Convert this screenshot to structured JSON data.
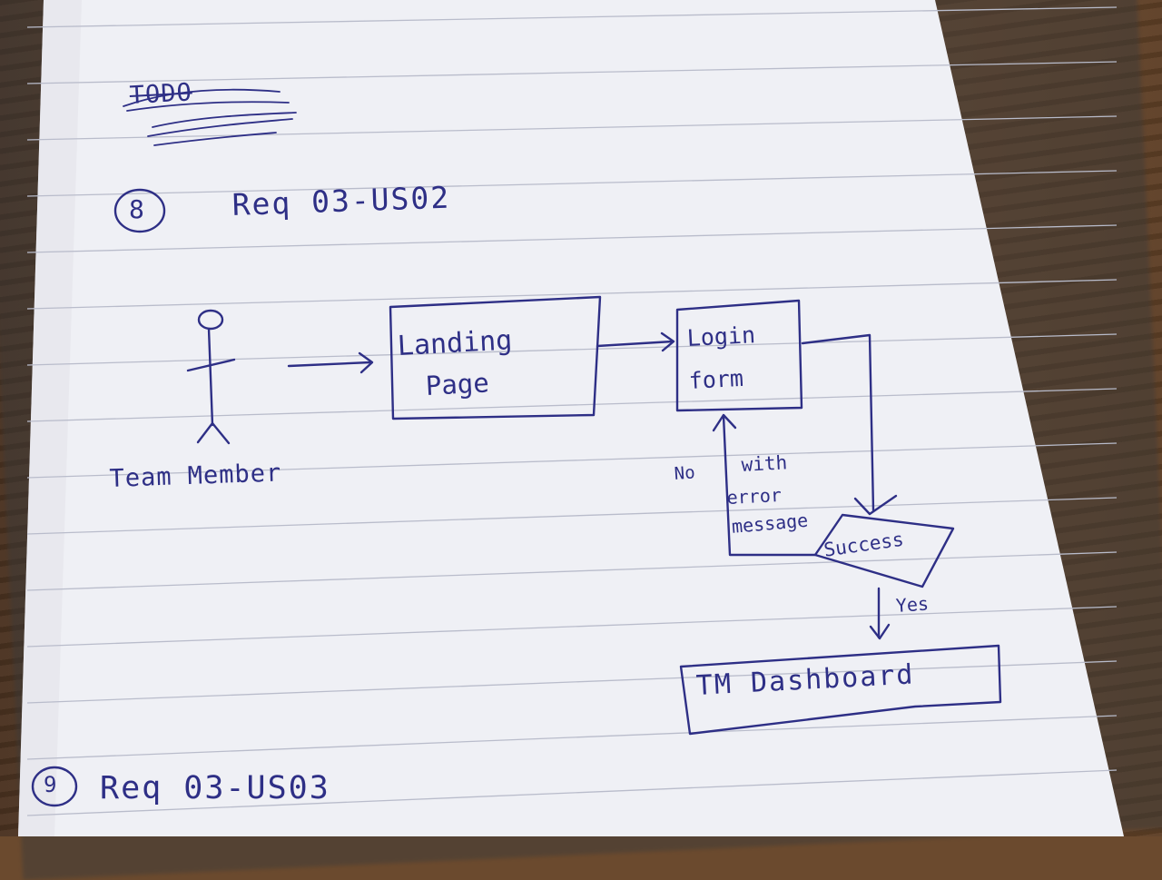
{
  "note": {
    "struck_heading": "TODO",
    "items": [
      {
        "number": "8",
        "req": "Req 03-US02"
      },
      {
        "number": "9",
        "req": "Req 03-US03"
      }
    ]
  },
  "diagram": {
    "actor_label": "Team Member",
    "landing_line1": "Landing",
    "landing_line2": "Page",
    "login_line1": "Login",
    "login_line2": "form",
    "decision_label": "Success",
    "no_label": "No",
    "no_note_line1": "with",
    "no_note_line2": "error",
    "no_note_line3": "message",
    "yes_label": "Yes",
    "dashboard_label": "TM Dashboard"
  },
  "colors": {
    "ink": "#2e2f86",
    "paper": "#f1f2f6",
    "rule": "#b9bccb",
    "wood": "#6b4a2e"
  }
}
